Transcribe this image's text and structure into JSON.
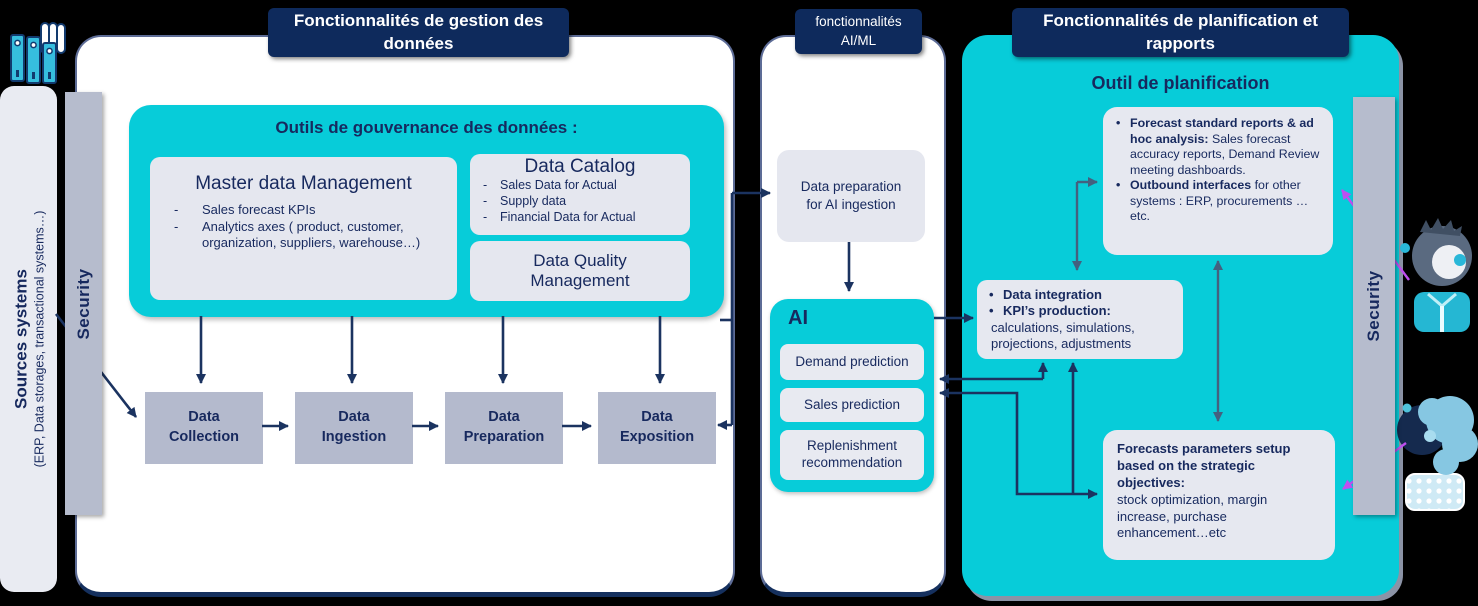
{
  "headers": {
    "data_management": "Fonctionnalités de gestion des données",
    "ai_ml": "fonctionnalités AI/ML",
    "planning": "Fonctionnalités de planification et rapports"
  },
  "sources": {
    "title": "Sources systems",
    "subtitle": "(ERP, Data storages, transactional systems…)"
  },
  "security": {
    "left": "Security",
    "right": "Security"
  },
  "governance": {
    "title": "Outils de gouvernance des données :",
    "mdm": {
      "title": "Master data Management",
      "items": [
        "Sales forecast KPIs",
        "Analytics axes ( product, customer, organization, suppliers, warehouse…)"
      ]
    },
    "catalog": {
      "title": "Data Catalog",
      "items": [
        "Sales Data for Actual",
        "Supply data",
        "Financial Data for Actual"
      ]
    },
    "quality": {
      "title": "Data Quality Management"
    }
  },
  "pipeline": {
    "steps": [
      "Data Collection",
      "Data Ingestion",
      "Data Preparation",
      "Data Exposition"
    ]
  },
  "ai": {
    "prep": "Data preparation for AI ingestion",
    "title": "AI",
    "models": [
      "Demand prediction",
      "Sales prediction",
      "Replenishment recommendation"
    ]
  },
  "planning": {
    "title": "Outil de planification",
    "reports": {
      "b1_bold": "Forecast standard reports & ad hoc analysis:",
      "b1_text": "Sales forecast accuracy reports, Demand Review meeting dashboards.",
      "b2_bold": "Outbound interfaces",
      "b2_text": "for other systems : ERP, procurements …etc."
    },
    "integration": {
      "b1": "Data integration",
      "b2": "KPI’s production:",
      "text": "calculations, simulations, projections, adjustments"
    },
    "parameters": {
      "bold": "Forecasts parameters setup based on the strategic objectives:",
      "text": "stock optimization, margin increase, purchase enhancement…etc"
    }
  },
  "colors": {
    "cyan": "#07ccd9",
    "navy": "#0e2a5c",
    "text_navy": "#17295e",
    "arrow_navy": "#1b3360",
    "arrow_slate": "#44607f",
    "arrow_purple": "#bf4ff0",
    "box_gray": "#e6e8f0",
    "pipeline_gray": "#b4bacd",
    "bar_gray": "#b6bccd"
  }
}
